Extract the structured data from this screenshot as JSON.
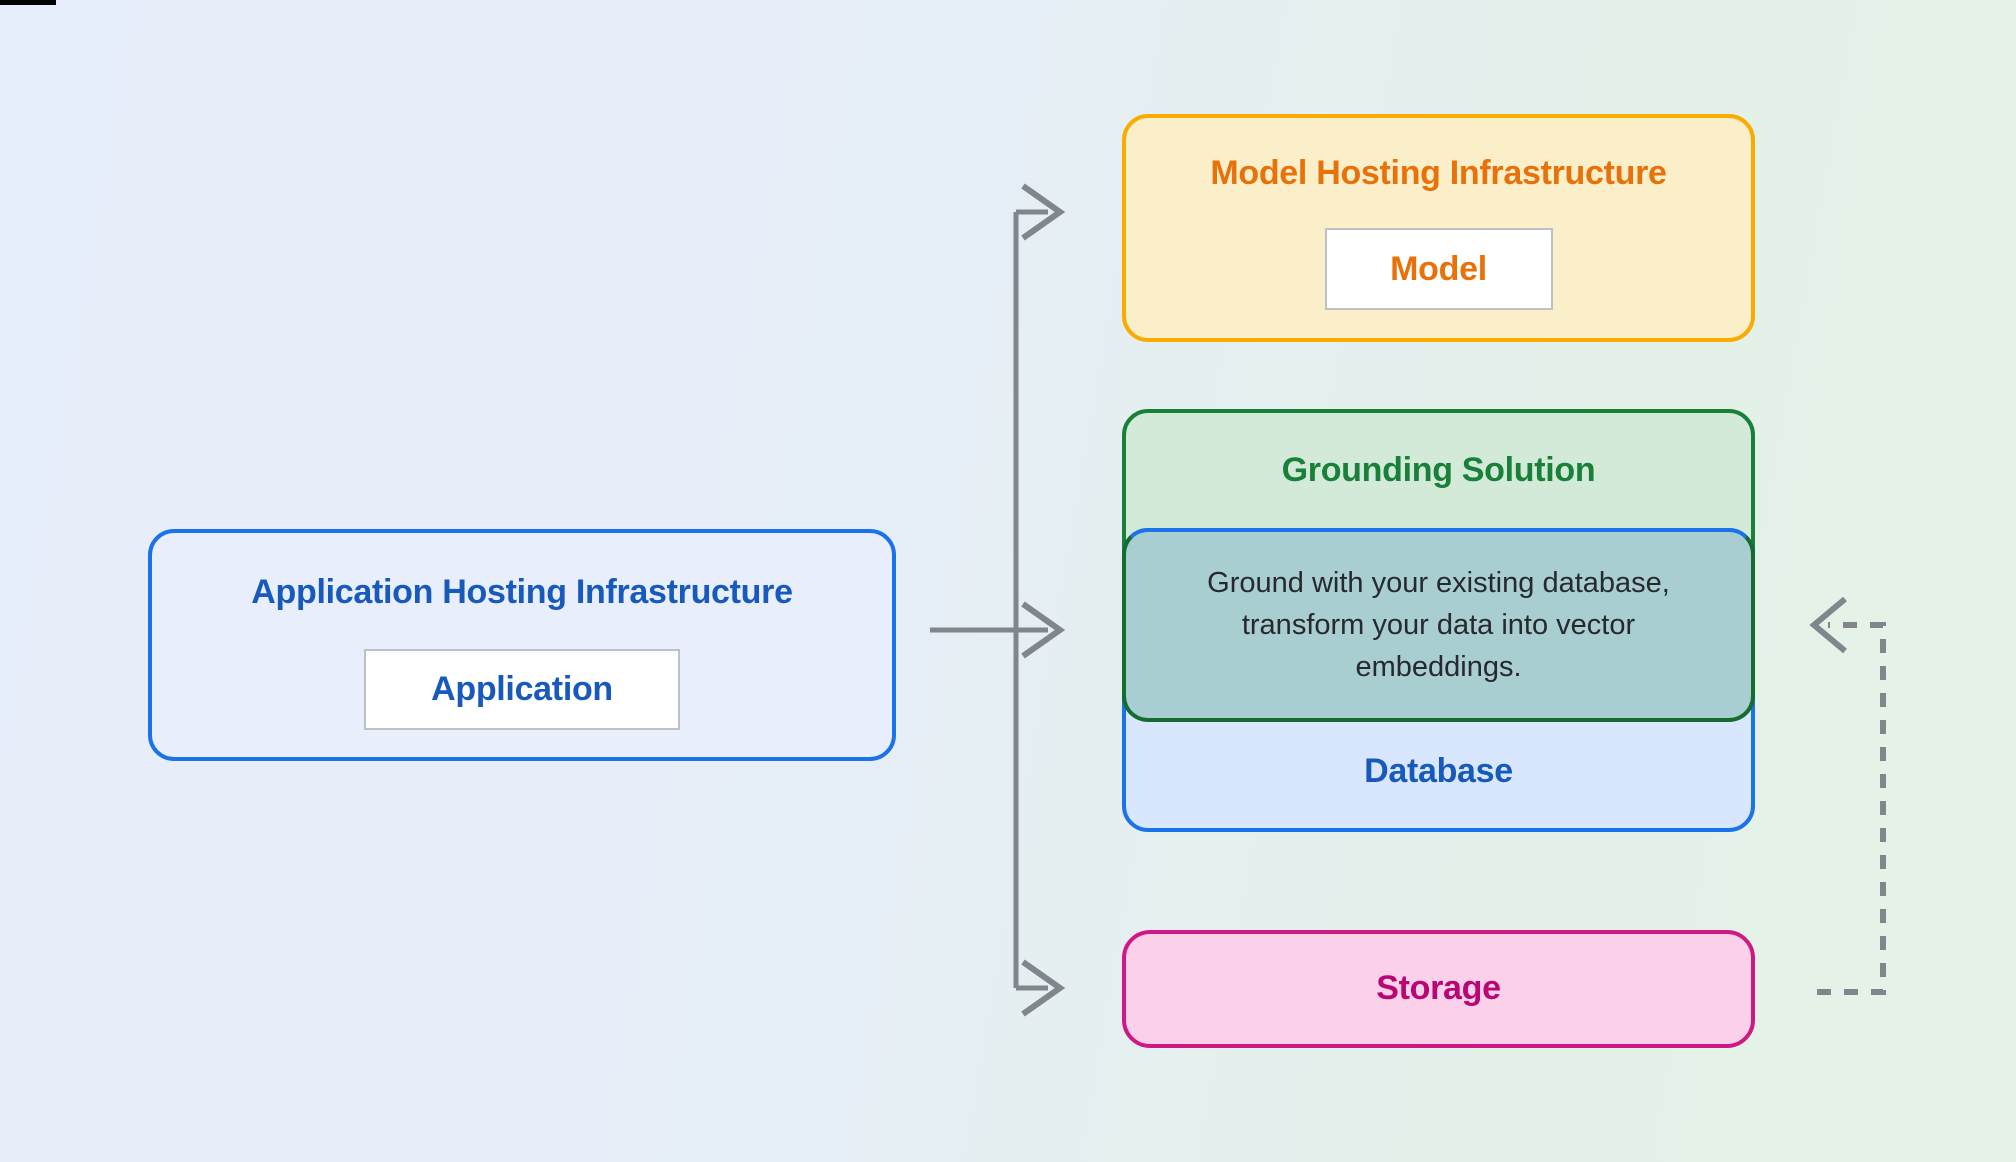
{
  "diagram": {
    "nodes": {
      "application_hosting": {
        "title": "Application Hosting Infrastructure",
        "child_label": "Application",
        "title_color": "#185abc",
        "border_color": "#1a73e8",
        "fill": "#e8eefb"
      },
      "model_hosting": {
        "title": "Model Hosting Infrastructure",
        "child_label": "Model",
        "title_color": "#e8710a",
        "border_color": "#f9ab00",
        "fill": "#fbefc9"
      },
      "grounding_solution": {
        "title": "Grounding Solution",
        "description": "Ground with your existing database, transform your data into vector embeddings.",
        "title_color": "#188038",
        "border_color": "#188038",
        "fill": "#d3ead9",
        "description_fill": "#a8ced2",
        "description_border_color": "#146c2e"
      },
      "database": {
        "label": "Database",
        "label_color": "#185abc",
        "border_color": "#1a73e8",
        "fill": "#d8e7fd"
      },
      "storage": {
        "label": "Storage",
        "label_color": "#b80672",
        "border_color": "#d01884",
        "fill": "#fbd1e9"
      }
    },
    "arrows": {
      "solid_color": "#80868b",
      "dashed_color": "#80868b",
      "solid_connections": "application-hosting to model-hosting, grounding-solution, storage",
      "dashed_connection": "storage to grounding-solution"
    },
    "background": {
      "left_color": "#e7eefb",
      "right_color": "#e4f2e8"
    }
  }
}
